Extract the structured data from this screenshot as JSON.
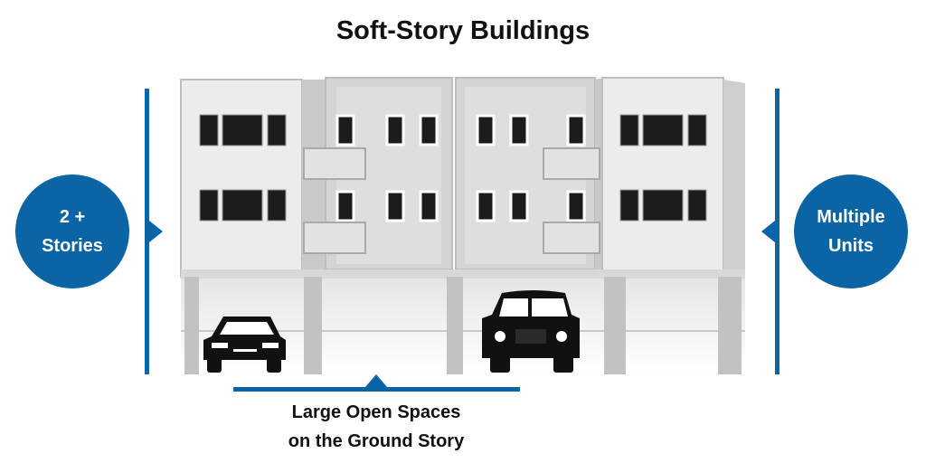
{
  "title": "Soft-Story Buildings",
  "left_callout": {
    "line1": "2 +",
    "line2": "Stories"
  },
  "right_callout": {
    "line1": "Multiple",
    "line2": "Units"
  },
  "bottom_callout": {
    "line1": "Large Open Spaces",
    "line2": "on the Ground Story"
  },
  "colors": {
    "accent": "#0b64a3",
    "building_light": "#ececec",
    "building_mid": "#d2d2d2",
    "window": "#1c1c1c"
  },
  "icons": [
    "car-icon",
    "van-icon",
    "building-illustration"
  ]
}
